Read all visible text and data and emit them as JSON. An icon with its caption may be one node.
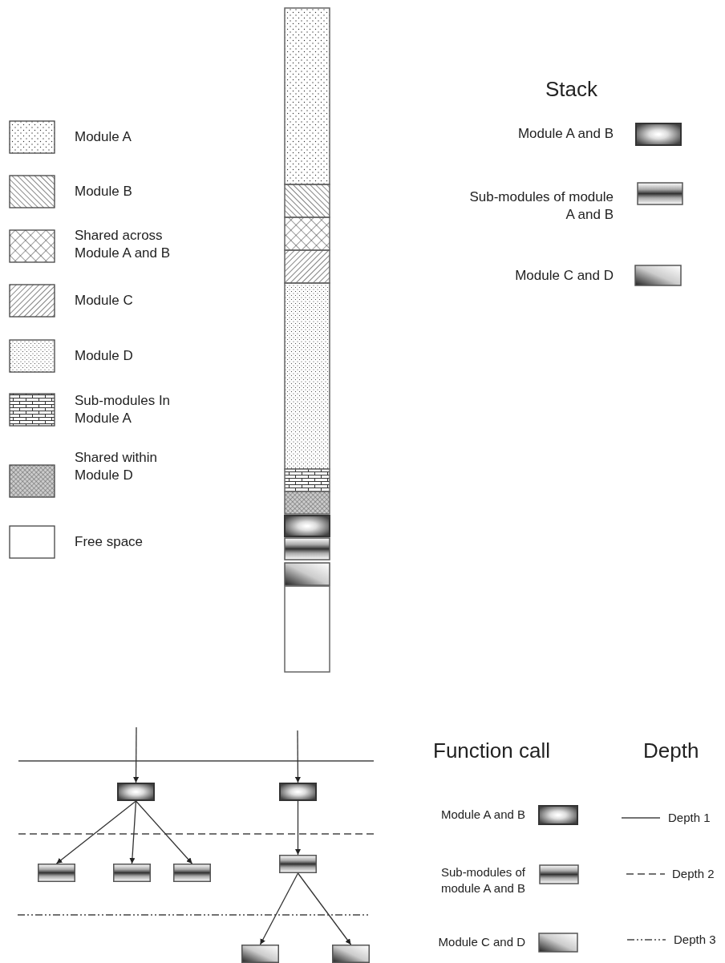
{
  "diagram": {
    "nodes": [
      {
        "text": [],
        "shape": "box"
      },
      {
        "text": [],
        "shape": "box"
      },
      {
        "text": [],
        "shape": "box"
      },
      {
        "text": [],
        "shape": "box"
      },
      {
        "text": [],
        "shape": "box"
      },
      {
        "text": [],
        "shape": "box"
      },
      {
        "text": [],
        "shape": "box"
      },
      {
        "text": [],
        "shape": "box"
      }
    ],
    "edges": [
      {
        "from": null,
        "to": 0,
        "arrow": "to"
      },
      {
        "from": null,
        "to": 1,
        "arrow": "to"
      },
      {
        "from": 0,
        "to": 2,
        "arrow": "to"
      },
      {
        "from": 0,
        "to": 3,
        "arrow": "to"
      },
      {
        "from": 0,
        "to": 4,
        "arrow": "to"
      },
      {
        "from": 1,
        "to": 5,
        "arrow": "to"
      },
      {
        "from": 5,
        "to": 6,
        "arrow": "to"
      },
      {
        "from": 5,
        "to": 7,
        "arrow": "to"
      }
    ],
    "labels": [
      "Stack",
      "Function call",
      "Depth"
    ],
    "legend": [
      {
        "text": "Module A"
      },
      {
        "text": "Module B"
      },
      {
        "text": "Shared across Module A and B"
      },
      {
        "text": "Module C"
      },
      {
        "text": "Module D"
      },
      {
        "text": "Sub-modules In Module A"
      },
      {
        "text": "Shared within Module D"
      },
      {
        "text": "Free space"
      },
      {
        "text": "Module A and B"
      },
      {
        "text": "Sub-modules of module A and B"
      },
      {
        "text": "Module C and D"
      },
      {
        "text": "Module A and B"
      },
      {
        "text": "Sub-modules of module A and B"
      },
      {
        "text": "Module C and D"
      },
      {
        "text": "Depth 1"
      },
      {
        "text": "Depth 2"
      },
      {
        "text": "Depth 3"
      }
    ]
  }
}
